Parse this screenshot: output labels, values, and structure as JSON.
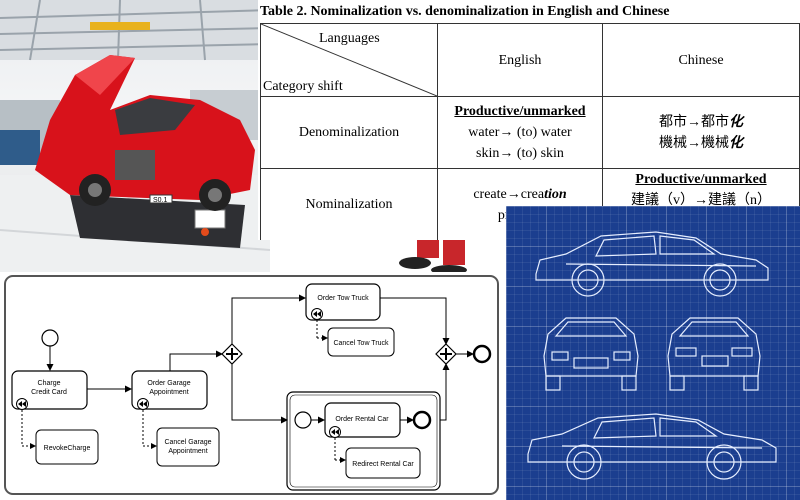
{
  "table": {
    "caption": "Table 2. Nominalization vs. denominalization in English and Chinese",
    "header": {
      "languages": "Languages",
      "category_shift": "Category shift",
      "english": "English",
      "chinese": "Chinese"
    },
    "rows": [
      {
        "category": "Denominalization",
        "english_tag": "Productive/unmarked",
        "english_line1": "water→ (to) water",
        "english_line2": "skin→ (to) skin",
        "chinese_line1_a": "都市→都市",
        "chinese_line1_b": "化",
        "chinese_line2_a": "機械→機械",
        "chinese_line2_b": "化"
      },
      {
        "category": "Nominalization",
        "english_line1_a": "create→crea",
        "english_line1_b": "tion",
        "english_line2": "propose",
        "chinese_tag": "Productive/unmarked",
        "chinese_line1": "建議（v）→建議（n）"
      }
    ]
  },
  "bpmn": {
    "tasks": {
      "charge": [
        "Charge",
        "Credit Card"
      ],
      "revoke": [
        "RevokeCharge"
      ],
      "order_garage": [
        "Order Garage",
        "Appointment"
      ],
      "cancel_garage": [
        "Cancel Garage",
        "Appointment"
      ],
      "order_tow": [
        "Order Tow Truck"
      ],
      "cancel_tow": [
        "Cancel Tow Truck"
      ],
      "order_rental": [
        "Order Rental Car"
      ],
      "redirect_rental": [
        "Redirect Rental Car"
      ]
    }
  },
  "photo": {
    "car_color": "#d8121b",
    "badge": "S0.1"
  },
  "blueprint": {
    "background": "#1b3e8f",
    "line_color": "#e6eeff"
  }
}
